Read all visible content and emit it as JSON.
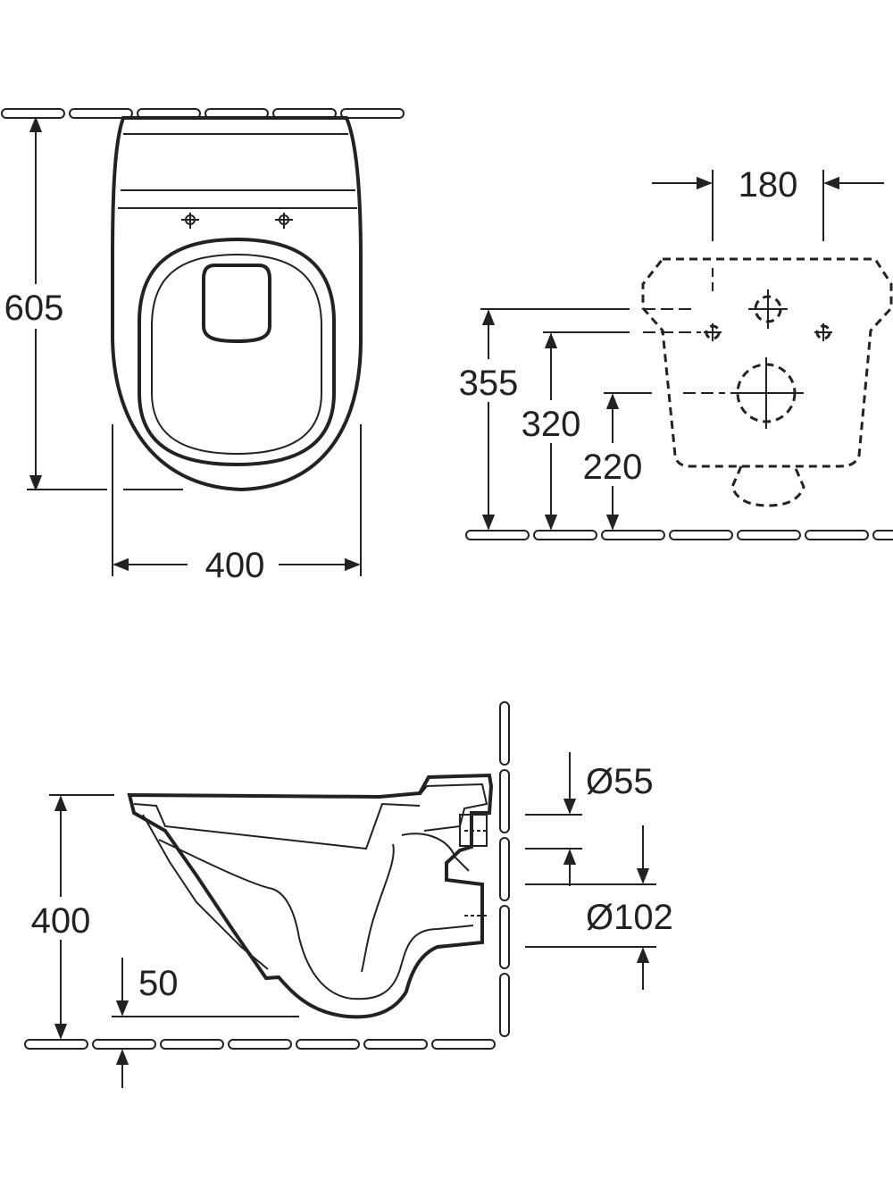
{
  "top_view": {
    "depth_label": "605",
    "width_label": "400"
  },
  "mounting_view": {
    "spacing_label": "180",
    "height_355_label": "355",
    "height_320_label": "320",
    "height_220_label": "220"
  },
  "side_view": {
    "height_label": "400",
    "clearance_label": "50",
    "inlet_label": "Ø55",
    "outlet_label": "Ø102"
  },
  "colors": {
    "line": "#222222",
    "background": "#ffffff"
  }
}
